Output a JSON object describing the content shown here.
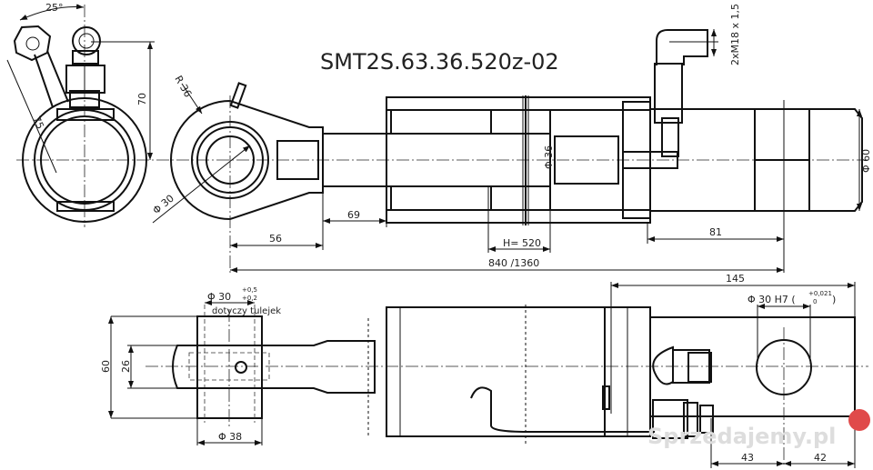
{
  "title": "SMT2S.63.36.520z-02",
  "top_view": {
    "angle": "25°",
    "port_offset": "75",
    "port_height": "70",
    "eye_radius": "R 36",
    "eye_bore": "Φ 30",
    "eye_to_rod": "56",
    "rod_gland": "69",
    "rod_diameter": "Φ 36",
    "stroke": "H= 520",
    "length": "840 /1360",
    "rear_block": "81",
    "rear_diameter": "Φ 60",
    "port_thread": "2xM18 x 1,5"
  },
  "bottom_view": {
    "bushing_bore": "Φ 30",
    "bushing_tol_upper": "+0,5",
    "bushing_tol_lower": "+0,2",
    "bushing_note": "dotyczy tulejek",
    "clevis_width": "60",
    "slot_width": "26",
    "bushing_outer": "Φ 38",
    "rear_length": "145",
    "rear_bore": "Φ 30 H7 (",
    "rear_bore_tol_upper": "+0,021",
    "rear_bore_tol_lower": "0",
    "rear_bore_close": ")",
    "hole_offset": "43",
    "end_offset": "42"
  },
  "watermark": "Sprzedajemy.pl"
}
